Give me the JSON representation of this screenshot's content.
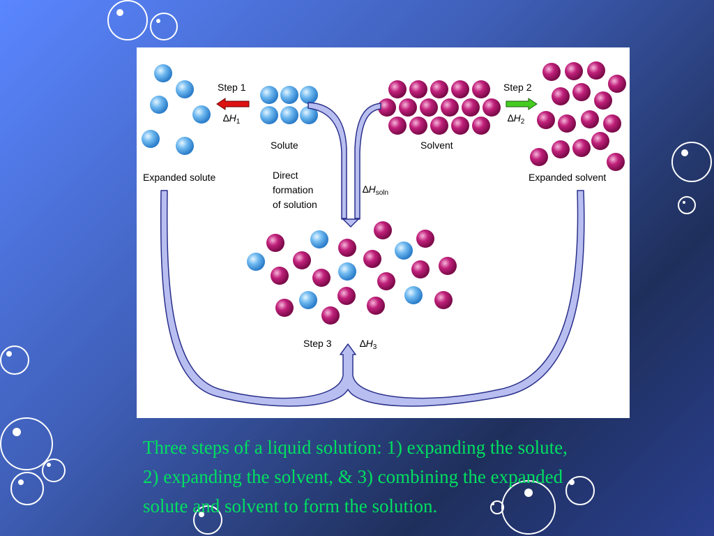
{
  "diagram": {
    "step1": {
      "label": "Step 1",
      "delta": "∆",
      "symbol": "H",
      "subscript": "1"
    },
    "step2": {
      "label": "Step 2",
      "delta": "∆",
      "symbol": "H",
      "subscript": "2"
    },
    "step3": {
      "label": "Step 3",
      "delta": "∆",
      "symbol": "H",
      "subscript": "3"
    },
    "soln": {
      "delta": "∆",
      "symbol": "H",
      "subscript": "soln"
    },
    "labels": {
      "solute": "Solute",
      "solvent": "Solvent",
      "expanded_solute": "Expanded solute",
      "expanded_solvent": "Expanded solvent",
      "direct_line1": "Direct",
      "direct_line2": "formation",
      "direct_line3": "of solution"
    },
    "colors": {
      "solute_particle": "#5aa9e6",
      "solvent_particle": "#b0146e",
      "step1_arrow": "#dd1111",
      "step2_arrow": "#44cc22",
      "process_arrow": "#b8bff0",
      "caption_text": "#00e060"
    }
  },
  "caption": {
    "line1": "Three steps of a liquid solution: 1) expanding the solute,",
    "line2": "2) expanding the solvent, & 3) combining the expanded",
    "line3": "solute and solvent to form the solution."
  }
}
